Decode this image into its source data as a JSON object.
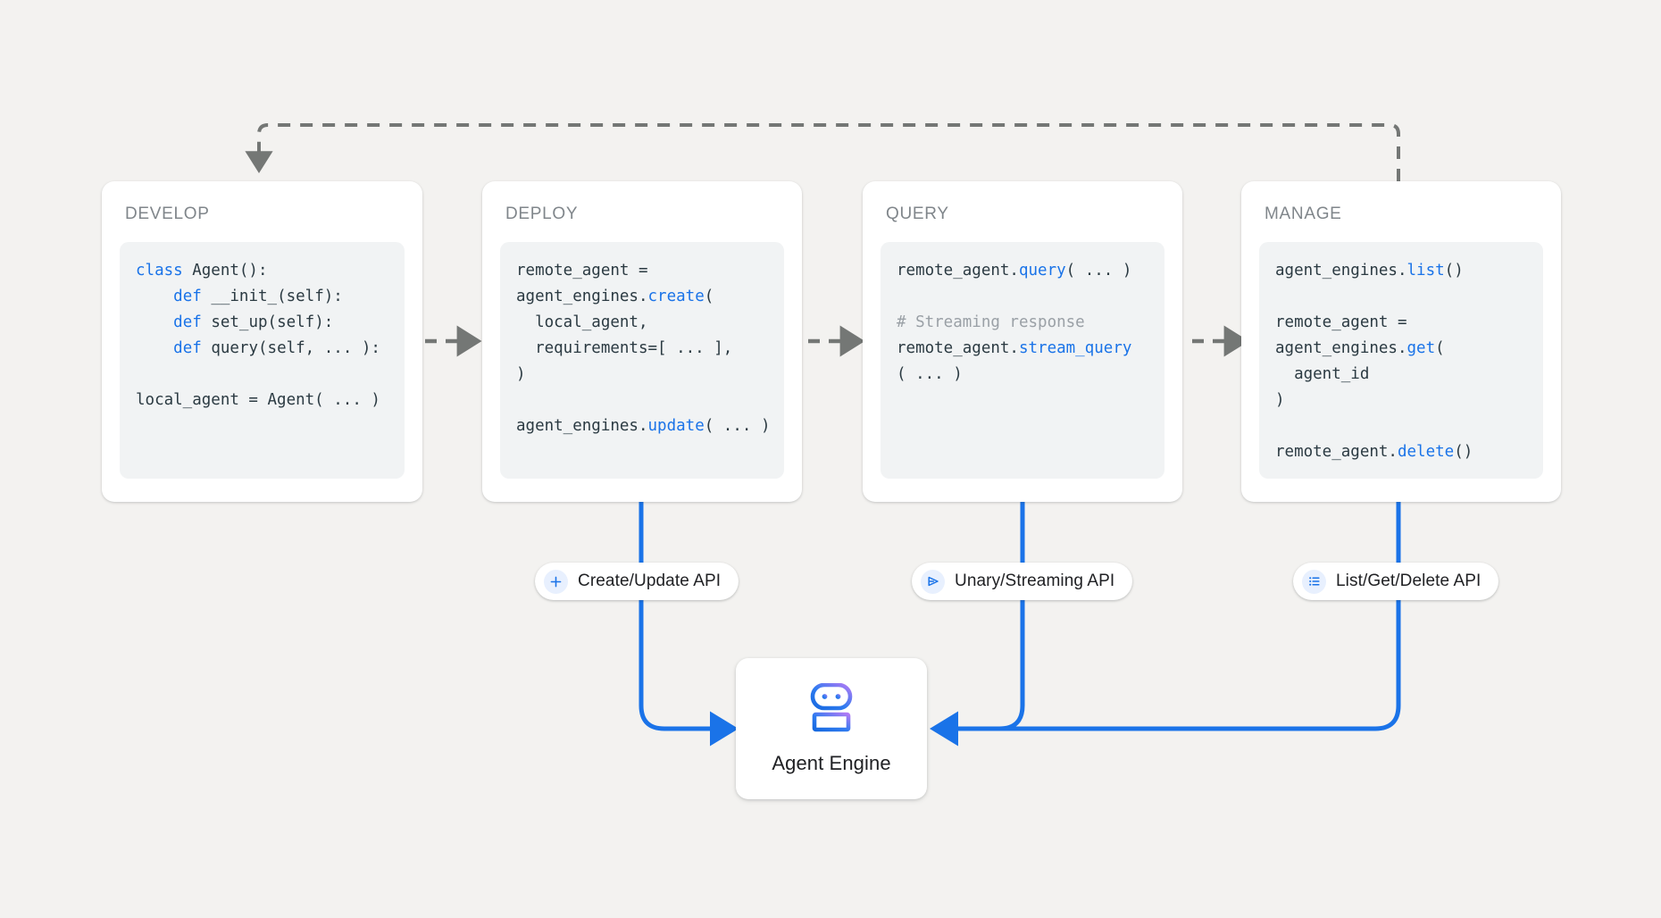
{
  "canvas": {
    "background": "#f3f2f0",
    "accent_blue": "#1a73e8",
    "arrow_gray": "#747775"
  },
  "stages": [
    {
      "id": "develop",
      "title": "DEVELOP",
      "code_lines": [
        [
          {
            "t": "class ",
            "c": "kw"
          },
          {
            "t": "Agent():",
            "c": ""
          }
        ],
        [
          {
            "t": "    ",
            "c": ""
          },
          {
            "t": "def ",
            "c": "kw"
          },
          {
            "t": "__init_(self):",
            "c": ""
          }
        ],
        [
          {
            "t": "    ",
            "c": ""
          },
          {
            "t": "def ",
            "c": "kw"
          },
          {
            "t": "set_up(self):",
            "c": ""
          }
        ],
        [
          {
            "t": "    ",
            "c": ""
          },
          {
            "t": "def ",
            "c": "kw"
          },
          {
            "t": "query(self, ... ):",
            "c": ""
          }
        ],
        [
          {
            "t": "",
            "c": ""
          }
        ],
        [
          {
            "t": "local_agent = Agent( ... )",
            "c": ""
          }
        ]
      ]
    },
    {
      "id": "deploy",
      "title": "DEPLOY",
      "code_lines": [
        [
          {
            "t": "remote_agent =",
            "c": ""
          }
        ],
        [
          {
            "t": "agent_engines.",
            "c": ""
          },
          {
            "t": "create",
            "c": "fn"
          },
          {
            "t": "(",
            "c": ""
          }
        ],
        [
          {
            "t": "  local_agent,",
            "c": ""
          }
        ],
        [
          {
            "t": "  requirements=[ ... ],",
            "c": ""
          }
        ],
        [
          {
            "t": ")",
            "c": ""
          }
        ],
        [
          {
            "t": "",
            "c": ""
          }
        ],
        [
          {
            "t": "agent_engines.",
            "c": ""
          },
          {
            "t": "update",
            "c": "fn"
          },
          {
            "t": "( ... )",
            "c": ""
          }
        ]
      ]
    },
    {
      "id": "query",
      "title": "QUERY",
      "code_lines": [
        [
          {
            "t": "remote_agent.",
            "c": ""
          },
          {
            "t": "query",
            "c": "fn"
          },
          {
            "t": "( ... )",
            "c": ""
          }
        ],
        [
          {
            "t": "",
            "c": ""
          }
        ],
        [
          {
            "t": "# Streaming response",
            "c": "cmt"
          }
        ],
        [
          {
            "t": "remote_agent.",
            "c": ""
          },
          {
            "t": "stream_query",
            "c": "fn"
          }
        ],
        [
          {
            "t": "( ... )",
            "c": ""
          }
        ]
      ]
    },
    {
      "id": "manage",
      "title": "MANAGE",
      "code_lines": [
        [
          {
            "t": "agent_engines.",
            "c": ""
          },
          {
            "t": "list",
            "c": "fn"
          },
          {
            "t": "()",
            "c": ""
          }
        ],
        [
          {
            "t": "",
            "c": ""
          }
        ],
        [
          {
            "t": "remote_agent =",
            "c": ""
          }
        ],
        [
          {
            "t": "agent_engines.",
            "c": ""
          },
          {
            "t": "get",
            "c": "fn"
          },
          {
            "t": "(",
            "c": ""
          }
        ],
        [
          {
            "t": "  agent_id",
            "c": ""
          }
        ],
        [
          {
            "t": ")",
            "c": ""
          }
        ],
        [
          {
            "t": "",
            "c": ""
          }
        ],
        [
          {
            "t": "remote_agent.",
            "c": ""
          },
          {
            "t": "delete",
            "c": "fn"
          },
          {
            "t": "()",
            "c": ""
          }
        ]
      ]
    }
  ],
  "api_pills": [
    {
      "id": "create-update",
      "label": "Create/Update API",
      "icon": "plus-icon"
    },
    {
      "id": "unary-streaming",
      "label": "Unary/Streaming API",
      "icon": "send-triangle-icon"
    },
    {
      "id": "list-get-delete",
      "label": "List/Get/Delete API",
      "icon": "list-icon"
    }
  ],
  "engine": {
    "label": "Agent Engine",
    "icon": "robot-icon",
    "gradient_from": "#1a73e8",
    "gradient_to": "#a96cf0"
  }
}
